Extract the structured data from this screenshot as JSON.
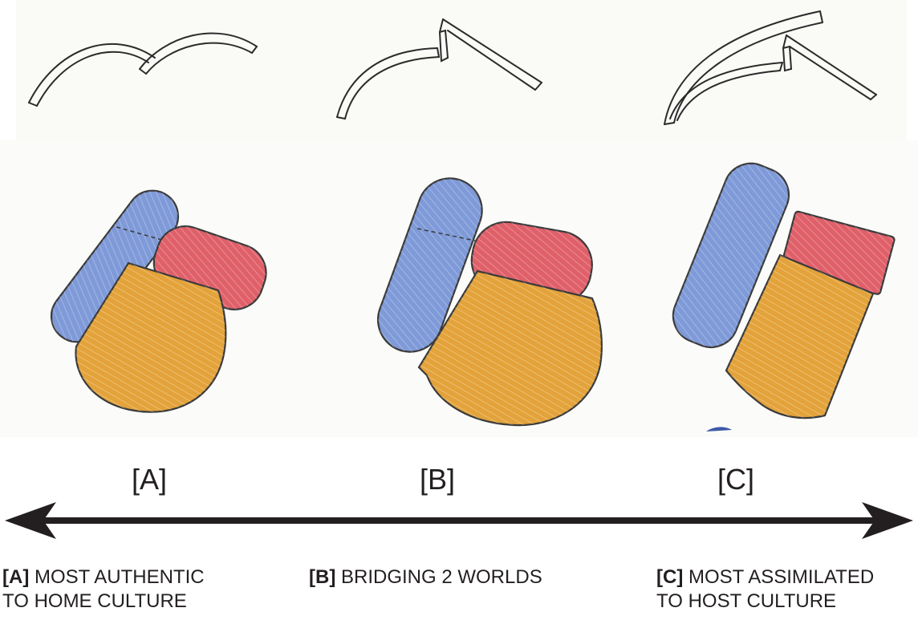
{
  "labels": {
    "a": "[A]",
    "b": "[B]",
    "c": "[C]"
  },
  "descriptions": [
    {
      "key": "[A]",
      "line1": "MOST AUTHENTIC",
      "line2": "TO HOME CULTURE"
    },
    {
      "key": "[B]",
      "line1": "BRIDGING 2 WORLDS",
      "line2": ""
    },
    {
      "key": "[C]",
      "line1": "MOST ASSIMILATED",
      "line2": "TO HOST CULTURE"
    }
  ],
  "colors": {
    "blue": "#7f9ad8",
    "red": "#e0606a",
    "orange": "#e3a33a",
    "ink": "#2b2b2b",
    "arrow": "#231f20"
  },
  "icons": [
    "double-headed-arrow"
  ]
}
